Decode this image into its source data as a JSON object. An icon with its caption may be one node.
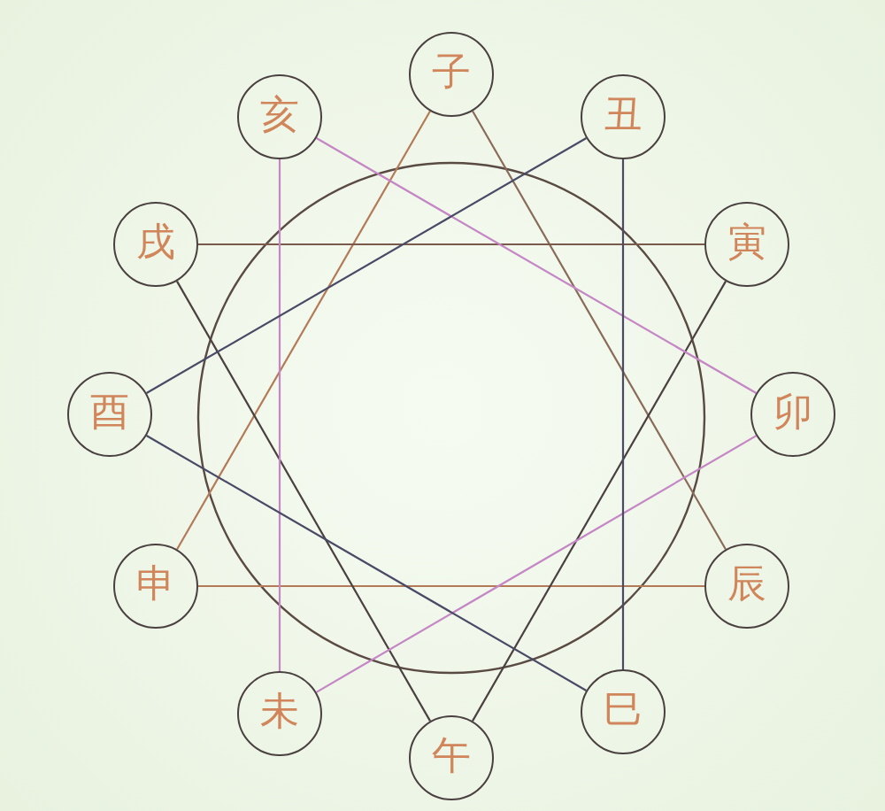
{
  "diagram": {
    "nodes": [
      {
        "text": [
          "子"
        ]
      },
      {
        "text": [
          "亥"
        ]
      },
      {
        "text": [
          "丑"
        ]
      },
      {
        "text": [
          "戌"
        ]
      },
      {
        "text": [
          "寅"
        ]
      },
      {
        "text": [
          "酉"
        ]
      },
      {
        "text": [
          "卯"
        ]
      },
      {
        "text": [
          "申"
        ]
      },
      {
        "text": [
          "辰"
        ]
      },
      {
        "text": [
          "未"
        ]
      },
      {
        "text": [
          "巳"
        ]
      },
      {
        "text": [
          "午"
        ]
      }
    ],
    "edges": [
      {
        "from": 0,
        "to": 7,
        "arrow": "none",
        "color": "#b47a58"
      },
      {
        "from": 0,
        "to": 8,
        "arrow": "none",
        "color": "#8a6a58"
      },
      {
        "from": 7,
        "to": 8,
        "arrow": "none",
        "color": "#b47a58"
      },
      {
        "from": 3,
        "to": 4,
        "arrow": "none",
        "color": "#7a5a4a"
      },
      {
        "from": 3,
        "to": 11,
        "arrow": "none",
        "color": "#4a4040"
      },
      {
        "from": 4,
        "to": 11,
        "arrow": "none",
        "color": "#4a4040"
      },
      {
        "from": 1,
        "to": 9,
        "arrow": "none",
        "color": "#c486c4"
      },
      {
        "from": 1,
        "to": 6,
        "arrow": "none",
        "color": "#c486c4"
      },
      {
        "from": 6,
        "to": 9,
        "arrow": "none",
        "color": "#c486c4"
      },
      {
        "from": 2,
        "to": 10,
        "arrow": "none",
        "color": "#4a4a66"
      },
      {
        "from": 2,
        "to": 5,
        "arrow": "none",
        "color": "#4a4a66"
      },
      {
        "from": 5,
        "to": 10,
        "arrow": "none",
        "color": "#4a4a66"
      }
    ]
  }
}
